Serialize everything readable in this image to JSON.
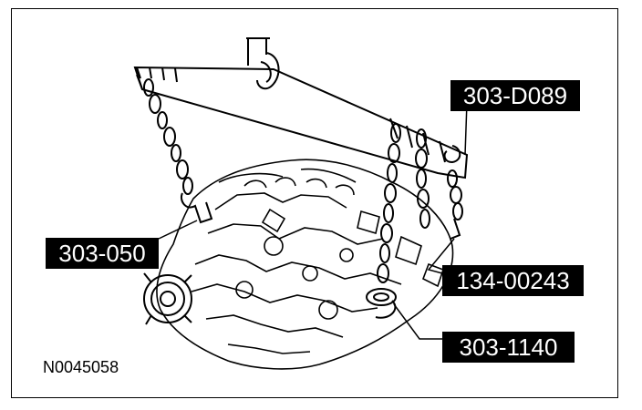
{
  "figure_id": "N0045058",
  "callouts": {
    "spreader_bar": "303-D089",
    "lifting_bracket_left": "303-050",
    "lifting_bracket_right": "134-00243",
    "lifting_eye": "303-1140"
  },
  "colors": {
    "ink": "#000000",
    "label_bg": "#000000",
    "label_text": "#ffffff",
    "paper": "#ffffff"
  }
}
